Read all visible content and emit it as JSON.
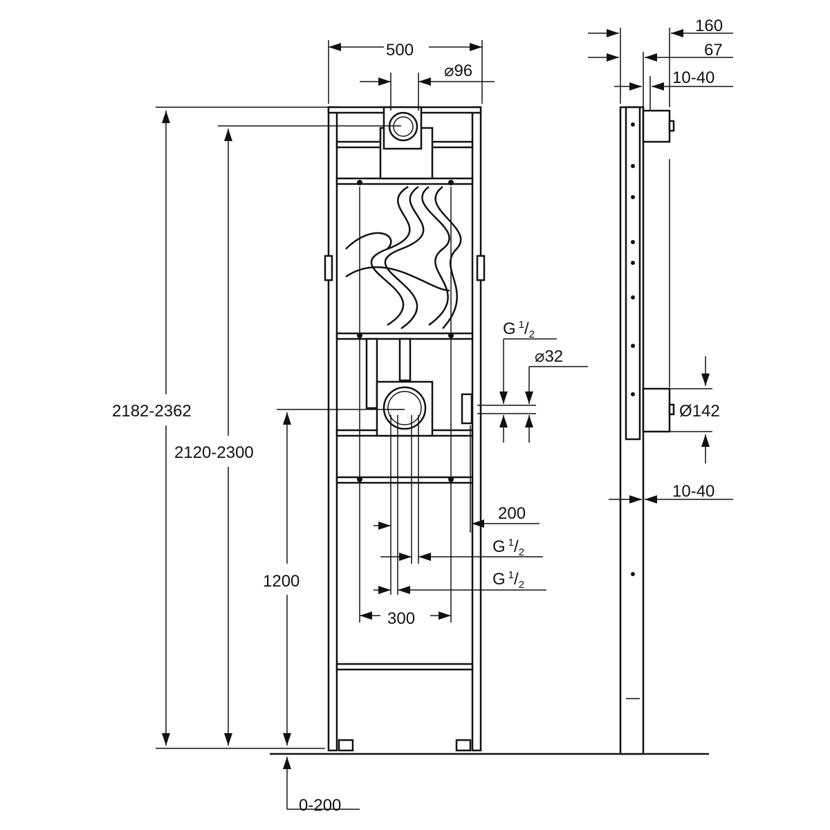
{
  "drawing": {
    "front_view": {
      "width": "500",
      "top_outlet": "⌀96",
      "total_height": "2182-2362",
      "outlet_height": "2120-2300",
      "valve_height": "1200",
      "supply_connection_top": "G",
      "supply_fraction_num": "1",
      "supply_fraction_den": "2",
      "valve_diameter": "⌀32",
      "offset_200": "200",
      "connection_g1": "G",
      "connection_g2": "G",
      "rail_spacing": "300",
      "foot_adjust": "0-200"
    },
    "side_view": {
      "depth_160": "160",
      "depth_67": "67",
      "adjust_top": "10-40",
      "valve_box_diameter": "Ø142",
      "adjust_bottom": "10-40"
    }
  }
}
